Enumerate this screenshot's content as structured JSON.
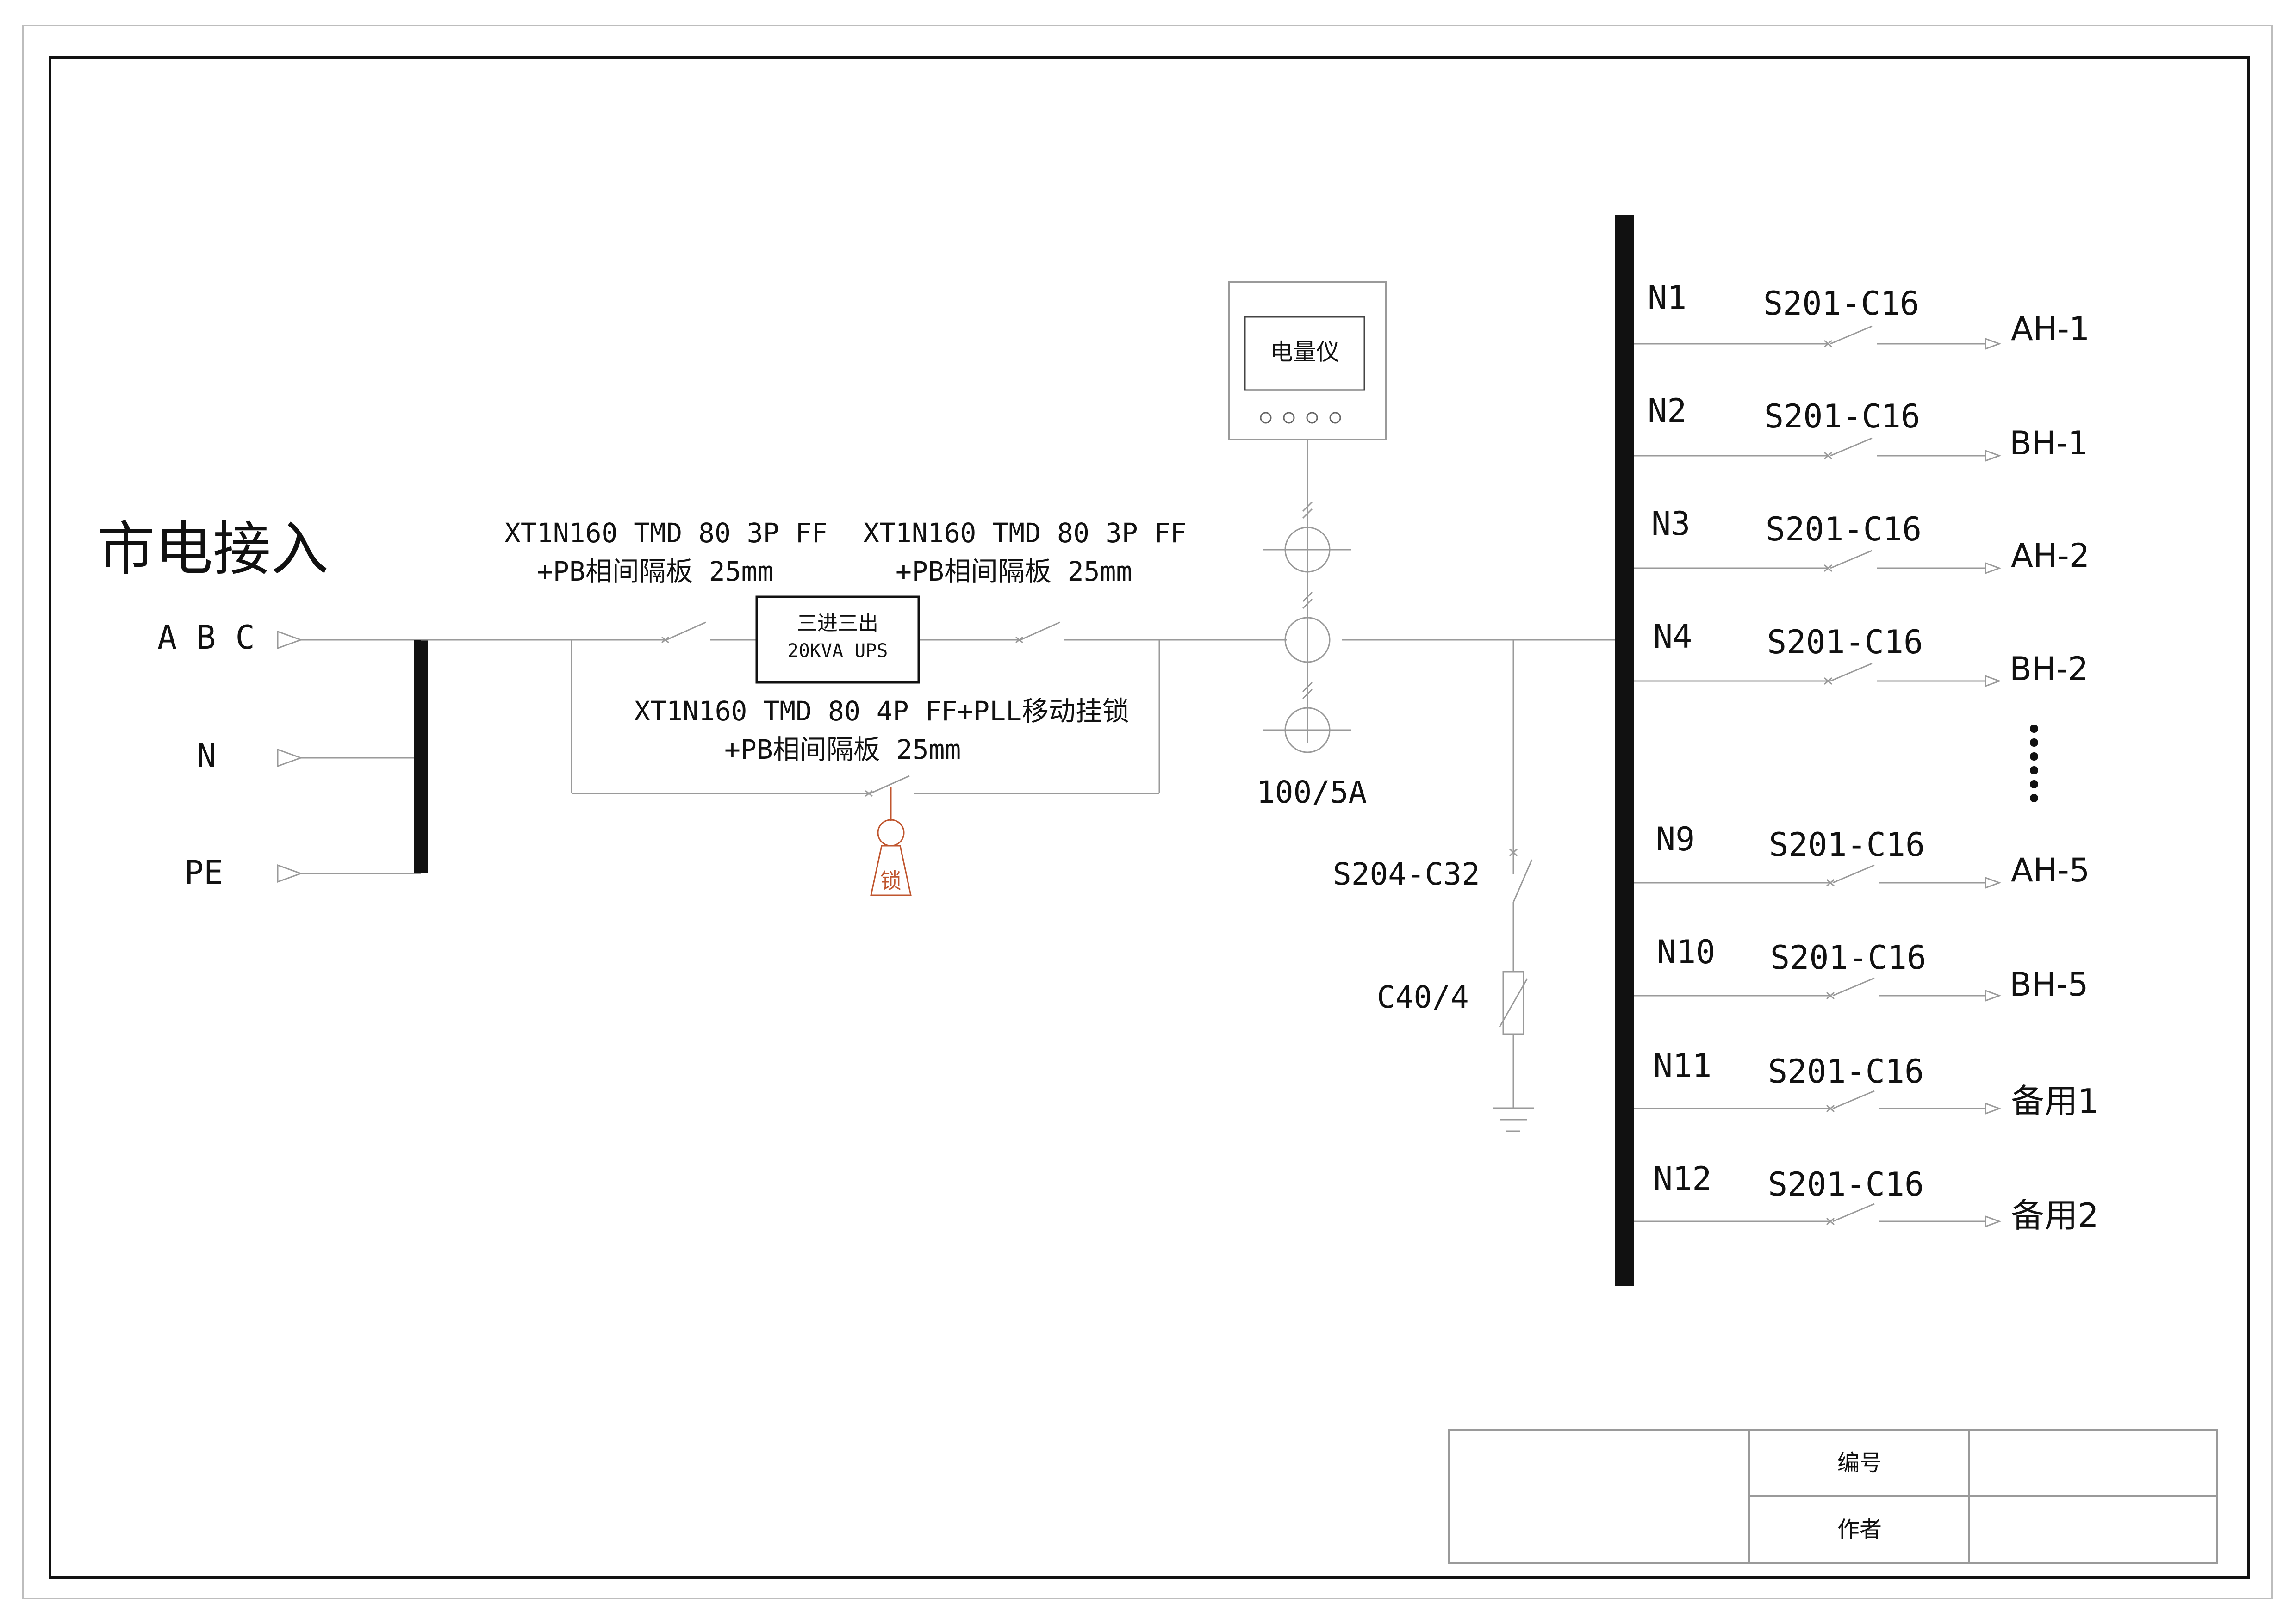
{
  "title": "市电接入",
  "inputs": {
    "abc": "A B C",
    "n": "N",
    "pe": "PE"
  },
  "breakers": {
    "input_line1": "XT1N160 TMD 80 3P FF",
    "input_line2": "+PB相间隔板 25mm",
    "output_line1": "XT1N160 TMD 80 3P FF",
    "output_line2": "+PB相间隔板 25mm",
    "bypass_line1": "XT1N160 TMD 80 4P FF+PLL移动挂锁",
    "bypass_line2": "+PB相间隔板 25mm"
  },
  "ups": {
    "line1": "三进三出",
    "line2": "20KVA UPS"
  },
  "lock": "锁",
  "meter": {
    "label": "电量仪"
  },
  "ct": {
    "ratio": "100/5A"
  },
  "spd": {
    "breaker": "S204-C32",
    "arrester": "C40/4"
  },
  "outgoing": [
    {
      "circuit": "N1",
      "breaker": "S201-C16",
      "load": "AH-1"
    },
    {
      "circuit": "N2",
      "breaker": "S201-C16",
      "load": "BH-1"
    },
    {
      "circuit": "N3",
      "breaker": "S201-C16",
      "load": "AH-2"
    },
    {
      "circuit": "N4",
      "breaker": "S201-C16",
      "load": "BH-2"
    },
    {
      "circuit": "N9",
      "breaker": "S201-C16",
      "load": "AH-5"
    },
    {
      "circuit": "N10",
      "breaker": "S201-C16",
      "load": "BH-5"
    },
    {
      "circuit": "N11",
      "breaker": "S201-C16",
      "load": "备用1"
    },
    {
      "circuit": "N12",
      "breaker": "S201-C16",
      "load": "备用2"
    }
  ],
  "title_block": {
    "number_label": "编号",
    "author_label": "作者"
  },
  "colors": {
    "line": "#9a9a9a",
    "bus": "#111111",
    "lock": "#c0562f"
  }
}
